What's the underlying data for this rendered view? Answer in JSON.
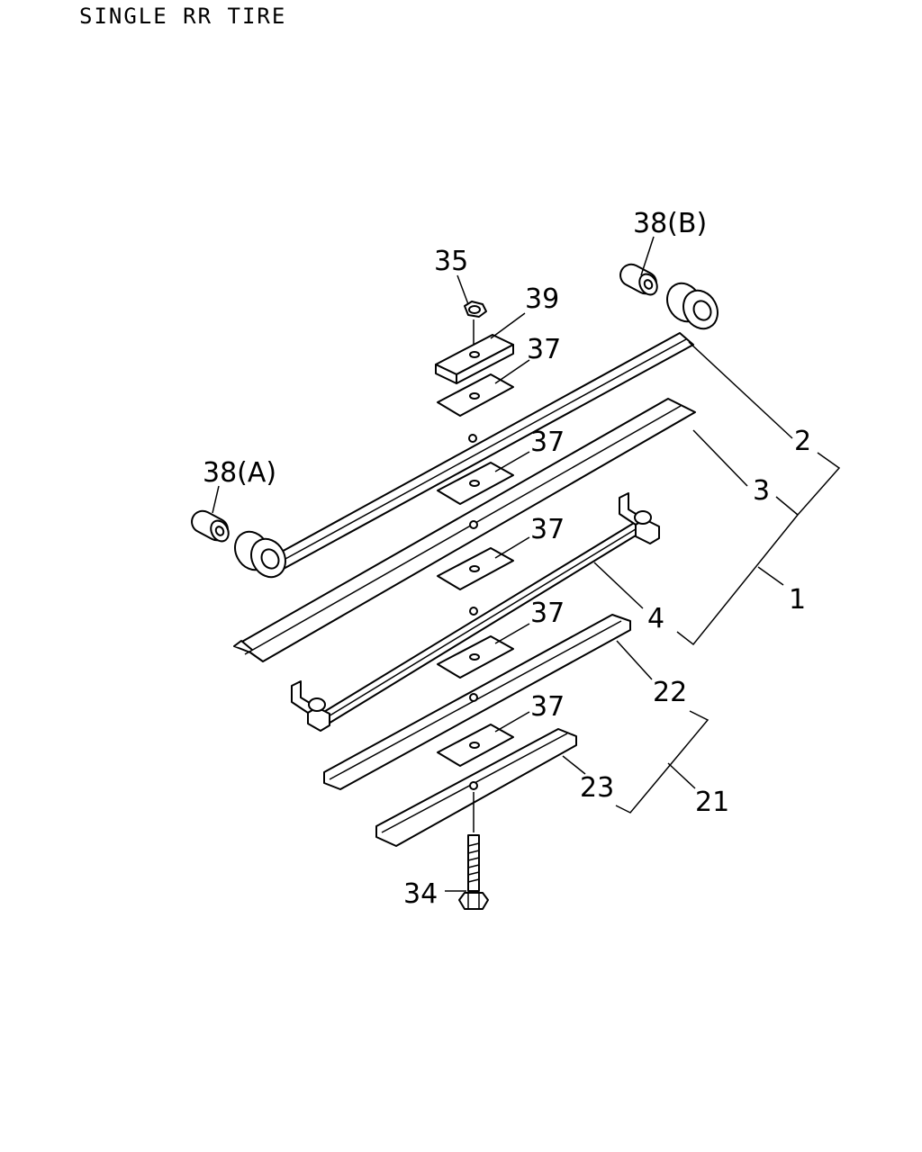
{
  "title": "SINGLE RR TIRE",
  "callouts": {
    "c38b": "38(B)",
    "c35": "35",
    "c39": "39",
    "c37a": "37",
    "c2": "2",
    "c37b": "37",
    "c38a": "38(A)",
    "c3": "3",
    "c37c": "37",
    "c1": "1",
    "c4": "4",
    "c37d": "37",
    "c22": "22",
    "c37e": "37",
    "c23": "23",
    "c21": "21",
    "c34": "34"
  }
}
